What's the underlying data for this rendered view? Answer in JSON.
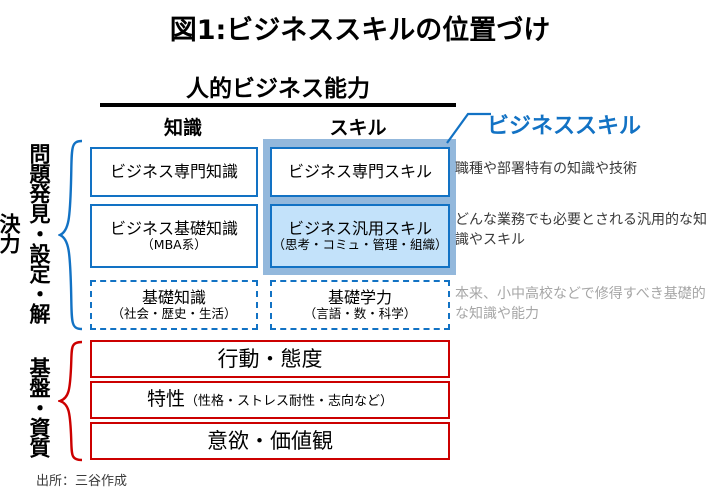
{
  "title": "図1:ビジネススキルの位置づけ",
  "header": {
    "group_title": "人的ビジネス能力",
    "columns": [
      {
        "label": "知識"
      },
      {
        "label": "スキル"
      }
    ]
  },
  "callout": {
    "label": "ビジネススキル",
    "color": "#1272c4"
  },
  "side_labels": [
    {
      "text": "問題発見・設定・解決力",
      "brace_color": "#1272c4"
    },
    {
      "text": "基盤・資質",
      "brace_color": "#cc0000"
    }
  ],
  "matrix": {
    "rows": [
      {
        "knowledge": {
          "main": "ビジネス専門知識",
          "sub": ""
        },
        "skill": {
          "main": "ビジネス専門スキル",
          "sub": ""
        },
        "annotation": "職種や部署特有の知識や技術"
      },
      {
        "knowledge": {
          "main": "ビジネス基礎知識",
          "sub": "（MBA系）"
        },
        "skill": {
          "main": "ビジネス汎用スキル",
          "sub": "（思考・コミュ・管理・組織）"
        },
        "annotation": "どんな業務でも必要とされる汎用的な知識やスキル"
      },
      {
        "knowledge": {
          "main": "基礎知識",
          "sub": "（社会・歴史・生活）"
        },
        "skill": {
          "main": "基礎学力",
          "sub": "（言語・数・科学）"
        },
        "annotation": "本来、小中高校などで修得すべき基礎的な知識や能力"
      }
    ]
  },
  "foundation": {
    "rows": [
      {
        "main": "行動・態度",
        "sub": ""
      },
      {
        "main": "特性",
        "sub": "（性格・ストレス耐性・志向など）"
      },
      {
        "main": "意欲・価値観",
        "sub": ""
      }
    ],
    "border_color": "#cc0000"
  },
  "source_note": "出所：三谷作成",
  "colors": {
    "accent_blue": "#1272c4",
    "band_blue": "#93b8dc",
    "fill_blue": "#c3e2fa",
    "accent_red": "#cc0000",
    "muted_gray": "#a6a6a6"
  }
}
